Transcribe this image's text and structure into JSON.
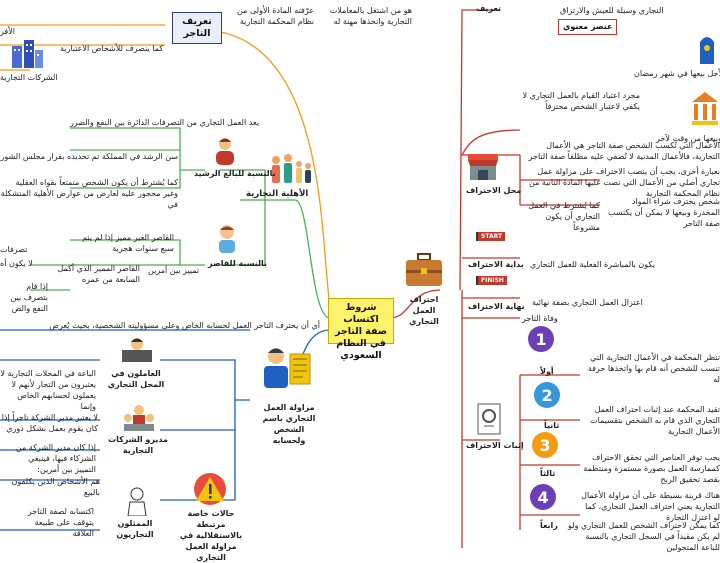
{
  "center": {
    "title": "شروط اكتساب صفة التاجر في النظام السعودي"
  },
  "top_left": {
    "definition_label": "تعريف التاجر",
    "def_line1": "عرّفته المادة الأولى من نظام المحكمة التجارية",
    "def_line2": "هو من اشتغل بالمعاملات التجارية واتخذها مهنة له",
    "companies_label": "الشركات التجارية",
    "companies_top": "الأفر",
    "moral_persons": "كما ينصرف للأشخاص الاعتبارية"
  },
  "capacity": {
    "label": "الأهلية التجارية",
    "item_adult": "بالنسبة للبالغ الرشيد",
    "adult_l1": "يعد العمل التجاري من التصرفات الدائرة بين النفع والضرر",
    "adult_l2": "سن الرشد في المملكة تم تحديده بقرار مجلس الشورى رقم ١٤",
    "adult_l3": "كما يُشترط أن يكون الشخص متمتعاً بقواه العقلية وغير محجور عليه لعارض من عوارض الأهلية المتشكلة في",
    "item_minor": "بالنسبة للقاصر",
    "distinguish": "تمييز بين أمرين",
    "minor_l1": "القاصر الغير مميز إذا لم يتم سبع سنوات هجرية",
    "minor_l2": "القاصر المميز الذي أكمل السابعة من عمره",
    "minor_l3": "لا يكون أه",
    "minor_l4": "إذا قام بتصرف بين النفع والض",
    "minor_l5": "تصرفات"
  },
  "own_account": {
    "top_line": "أي أن يحترف التاجر العمل لحسابه الخاص وعلى مسؤوليته الشخصية، بحيث يُعرض",
    "label": "مزاولة العمل التجاري باسم الشخص ولحسابه",
    "workers": "العاملون في المحل التجاري",
    "workers_note": "الباعة في المحلات التجارية لا يعتبرون من التجار لأنهم لا يعملون لحسابهم الخاص وإنما",
    "managers": "مديرو الشركات التجارية",
    "managers_note1": "لا يعتبر مدير الشركة تاجراً إذا كان يقوم بعمل بشكل دوري",
    "managers_note2": "إذا كان مدير الشركة من الشركاء فيها، فينبغي التمييز بين أمرين:",
    "agents": "الممثلون التجاريون",
    "agents_note1": "هم الأشخاص الذين يكلفون بالبيع",
    "agents_note2": "اكتسابه لصفة التاجر يتوقف على طبيعة العلاقة",
    "special": "حالات خاصة مرتبطة بالاستقلالية في مزاولة العمل التجاري"
  },
  "profession": {
    "label": "احتراف العمل التجاري",
    "definition": "تعريف",
    "def_top": "التجاري وسيلة للعيش والارتزاق",
    "moral_element": "عنصر معنوي",
    "ramadan": "لأجل بيعها في شهر رمضان",
    "mere_habit": "مجرد اعتياد القيام بالعمل التجاري لا يكفي لاعتبار الشخص محترفاً",
    "financial": "المالية وبيعها من وقت لآخر",
    "subject": "محل الاحتراف",
    "subject_l1": "الأعمال التي تُكسب الشخص صفة التاجر هي الأعمال التجارية، فالأعمال المدنية لا تُضفي عليه مطلقاً صفة التاجر",
    "subject_l2": "بعبارة أخرى، يجب أن ينصب الاحتراف على مزاولة عمل تجاري أصلي من الأعمال التي نصت عليها المادة الثانية من نظام المحكمة التجارية",
    "subject_l3": "كما يُشترط في العمل التجاري أن يكون مشروعاً",
    "subject_l4": "شخص يحترف شراء المواد المخدرة وبيعها لا يمكن أن يكتسب صفة التاجر",
    "start_flag": "START",
    "start_label": "بداية الاحتراف",
    "start_text": "يكون بالمباشرة الفعلية للعمل التجاري",
    "finish_flag": "FINISH",
    "finish_label": "نهاية الاحتراف",
    "finish_l1": "اعتزال العمل التجاري بصفة نهائية",
    "finish_l2": "وفاة التاجر",
    "proof_label": "إثبات الاحتراف",
    "first": "أولاً",
    "first_text": "تنظر المحكمة في الأعمال التجارية التي تنسب للشخص أنه قام بها واتخذها حرفة له",
    "second": "ثانياً",
    "second_text": "تقيد المحكمة عند إثبات احتراف العمل التجاري الذي قام به الشخص بتقسيمات الأعمال التجارية",
    "third": "ثالثاً",
    "third_text": "يجب توفر العناصر التي تحقق الاحتراف كممارسة العمل بصورة مستمرة ومنتظمة بقصد تحقيق الربح",
    "fourth": "رابعاً",
    "fourth_text1": "هناك قرينة بسيطة على أن مزاولة الأعمال التجارية يعني احتراف العمل التجاري، كما لو اعتزل التجارة",
    "fourth_text2": "كما يمكن لاحتراف الشخص للعمل التجاري ولو لم يكن مقيداً في السجل التجاري بالنسبة للباعة المتجولين"
  }
}
